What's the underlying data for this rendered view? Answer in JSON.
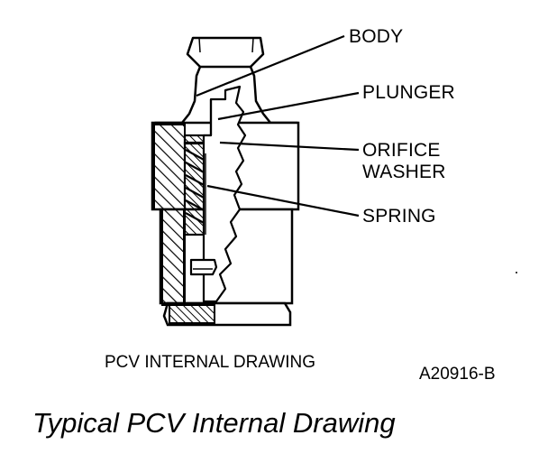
{
  "labels": {
    "body": "BODY",
    "plunger": "PLUNGER",
    "orifice_line1": "ORIFICE",
    "orifice_line2": "WASHER",
    "spring": "SPRING"
  },
  "caption": "PCV INTERNAL DRAWING",
  "reference_code": "A20916-B",
  "figure_title": "Typical PCV Internal Drawing",
  "colors": {
    "ink": "#000000",
    "paper": "#ffffff"
  }
}
